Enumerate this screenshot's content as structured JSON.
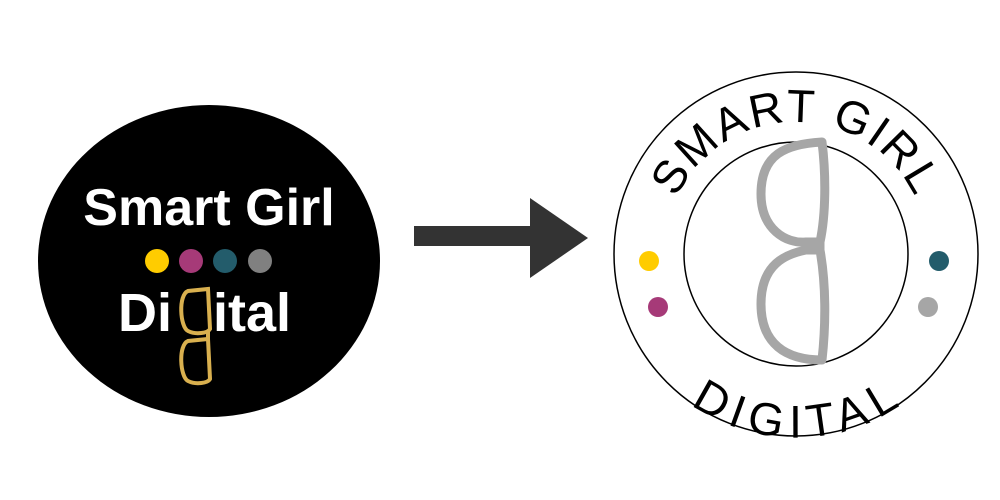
{
  "old_logo": {
    "line1": "Smart Girl",
    "line2_prefix": "Di",
    "line2_suffix": "ital",
    "background": "#000000",
    "text_color": "#ffffff",
    "glasses_color": "#d9b04f",
    "dots": [
      "#ffcc00",
      "#a63a78",
      "#235c6b",
      "#808080"
    ]
  },
  "arrow": {
    "icon": "right-arrow-icon",
    "color": "#333333"
  },
  "new_logo": {
    "top_text": "SMART GIRL",
    "bottom_text": "DIGITAL",
    "ring_color": "#000000",
    "glasses_color": "#a6a6a6",
    "dots": {
      "left_top": "#ffcc00",
      "left_bottom": "#a63a78",
      "right_top": "#235c6b",
      "right_bottom": "#a6a6a6"
    }
  }
}
